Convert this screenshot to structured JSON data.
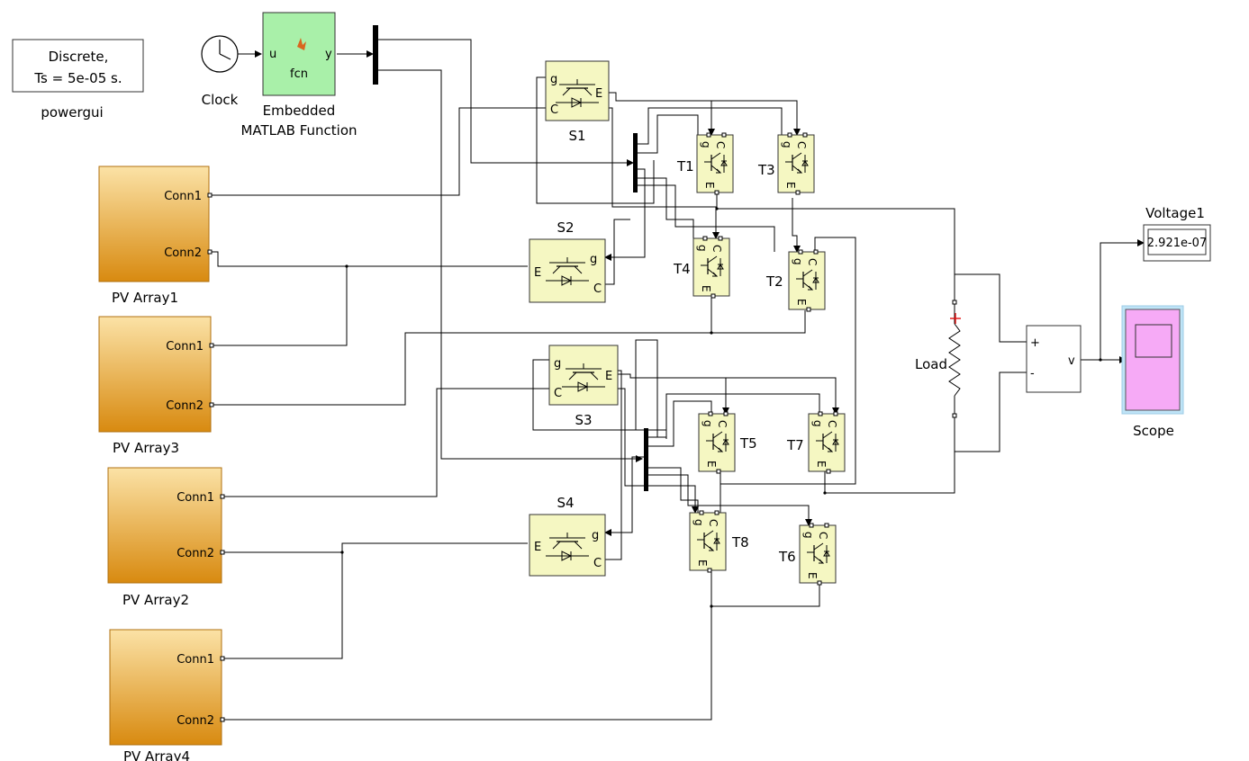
{
  "powergui": {
    "line1": "Discrete,",
    "line2": "Ts = 5e-05 s.",
    "label": "powergui"
  },
  "clock": {
    "label": "Clock"
  },
  "fcn": {
    "text": "fcn",
    "in_port": "u",
    "out_port": "y",
    "label1": "Embedded",
    "label2": "MATLAB Function"
  },
  "pv": [
    {
      "name": "PV Array1",
      "conn1": "Conn1",
      "conn2": "Conn2"
    },
    {
      "name": "PV Array3",
      "conn1": "Conn1",
      "conn2": "Conn2"
    },
    {
      "name": "PV Array2",
      "conn1": "Conn1",
      "conn2": "Conn2"
    },
    {
      "name": "PV Array4",
      "conn1": "Conn1",
      "conn2": "Conn2"
    }
  ],
  "switches": {
    "S1": {
      "label": "S1",
      "g": "g",
      "e": "E",
      "c": "C"
    },
    "S2": {
      "label": "S2",
      "g": "g",
      "e": "E",
      "c": "C"
    },
    "S3": {
      "label": "S3",
      "g": "g",
      "e": "E",
      "c": "C"
    },
    "S4": {
      "label": "S4",
      "g": "g",
      "e": "E",
      "c": "C"
    }
  },
  "transistors": {
    "T1": "T1",
    "T2": "T2",
    "T3": "T3",
    "T4": "T4",
    "T5": "T5",
    "T6": "T6",
    "T7": "T7",
    "T8": "T8",
    "g": "g",
    "c": "C",
    "e": "E"
  },
  "load": {
    "label": "Load"
  },
  "voltmeter": {
    "plus": "+",
    "minus": "-",
    "out": "v"
  },
  "display": {
    "label": "Voltage1",
    "value": "2.921e-07"
  },
  "scope": {
    "label": "Scope"
  },
  "colors": {
    "pv_top": "#fbe2a6",
    "pv_bottom": "#d88a10",
    "fcn_fill": "#a9f0a9",
    "switch_fill": "#f5f7c2",
    "scope_fill": "#f6aaf6",
    "powergui_text": "#1b1bc4",
    "load_mark": "#e01010"
  }
}
